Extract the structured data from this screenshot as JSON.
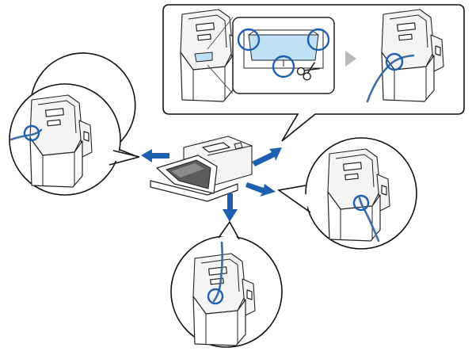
{
  "figure": {
    "accent_color": "#1f5fb0",
    "cable_color": "#3a6ea5",
    "label_fill_color": "#bfe0f5",
    "icons": [
      "scissors-icon",
      "next-step-triangle-icon",
      "arrow-left-icon",
      "arrow-up-right-icon",
      "arrow-right-icon",
      "arrow-down-icon"
    ],
    "callouts": [
      "top-callout",
      "left-callout",
      "right-callout",
      "bottom-callout"
    ]
  }
}
